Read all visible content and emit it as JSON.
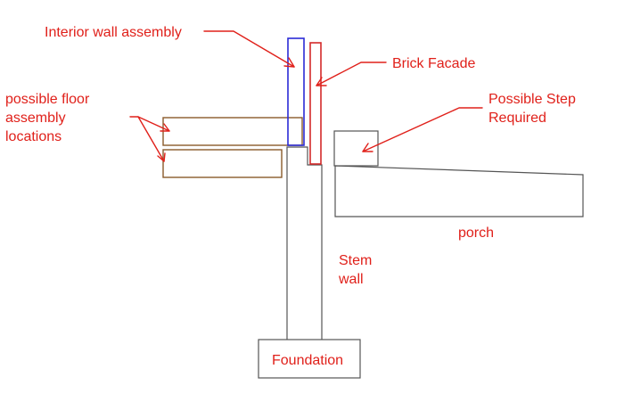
{
  "labels": {
    "interior_wall": "Interior wall assembly",
    "brick_facade": "Brick Facade",
    "floor_line1": "possible floor",
    "floor_line2": "assembly",
    "floor_line3": "locations",
    "step_line1": "Possible Step",
    "step_line2": "Required",
    "porch": "porch",
    "stem_line1": "Stem",
    "stem_line2": "wall",
    "foundation": "Foundation"
  },
  "colors": {
    "annotation": "#e0201a",
    "outline": "#555555",
    "interior_wall": "#2b2bd6",
    "brick_facade": "#d42a2a",
    "floor_assembly": "#8a5a2b",
    "background": "#ffffff"
  }
}
